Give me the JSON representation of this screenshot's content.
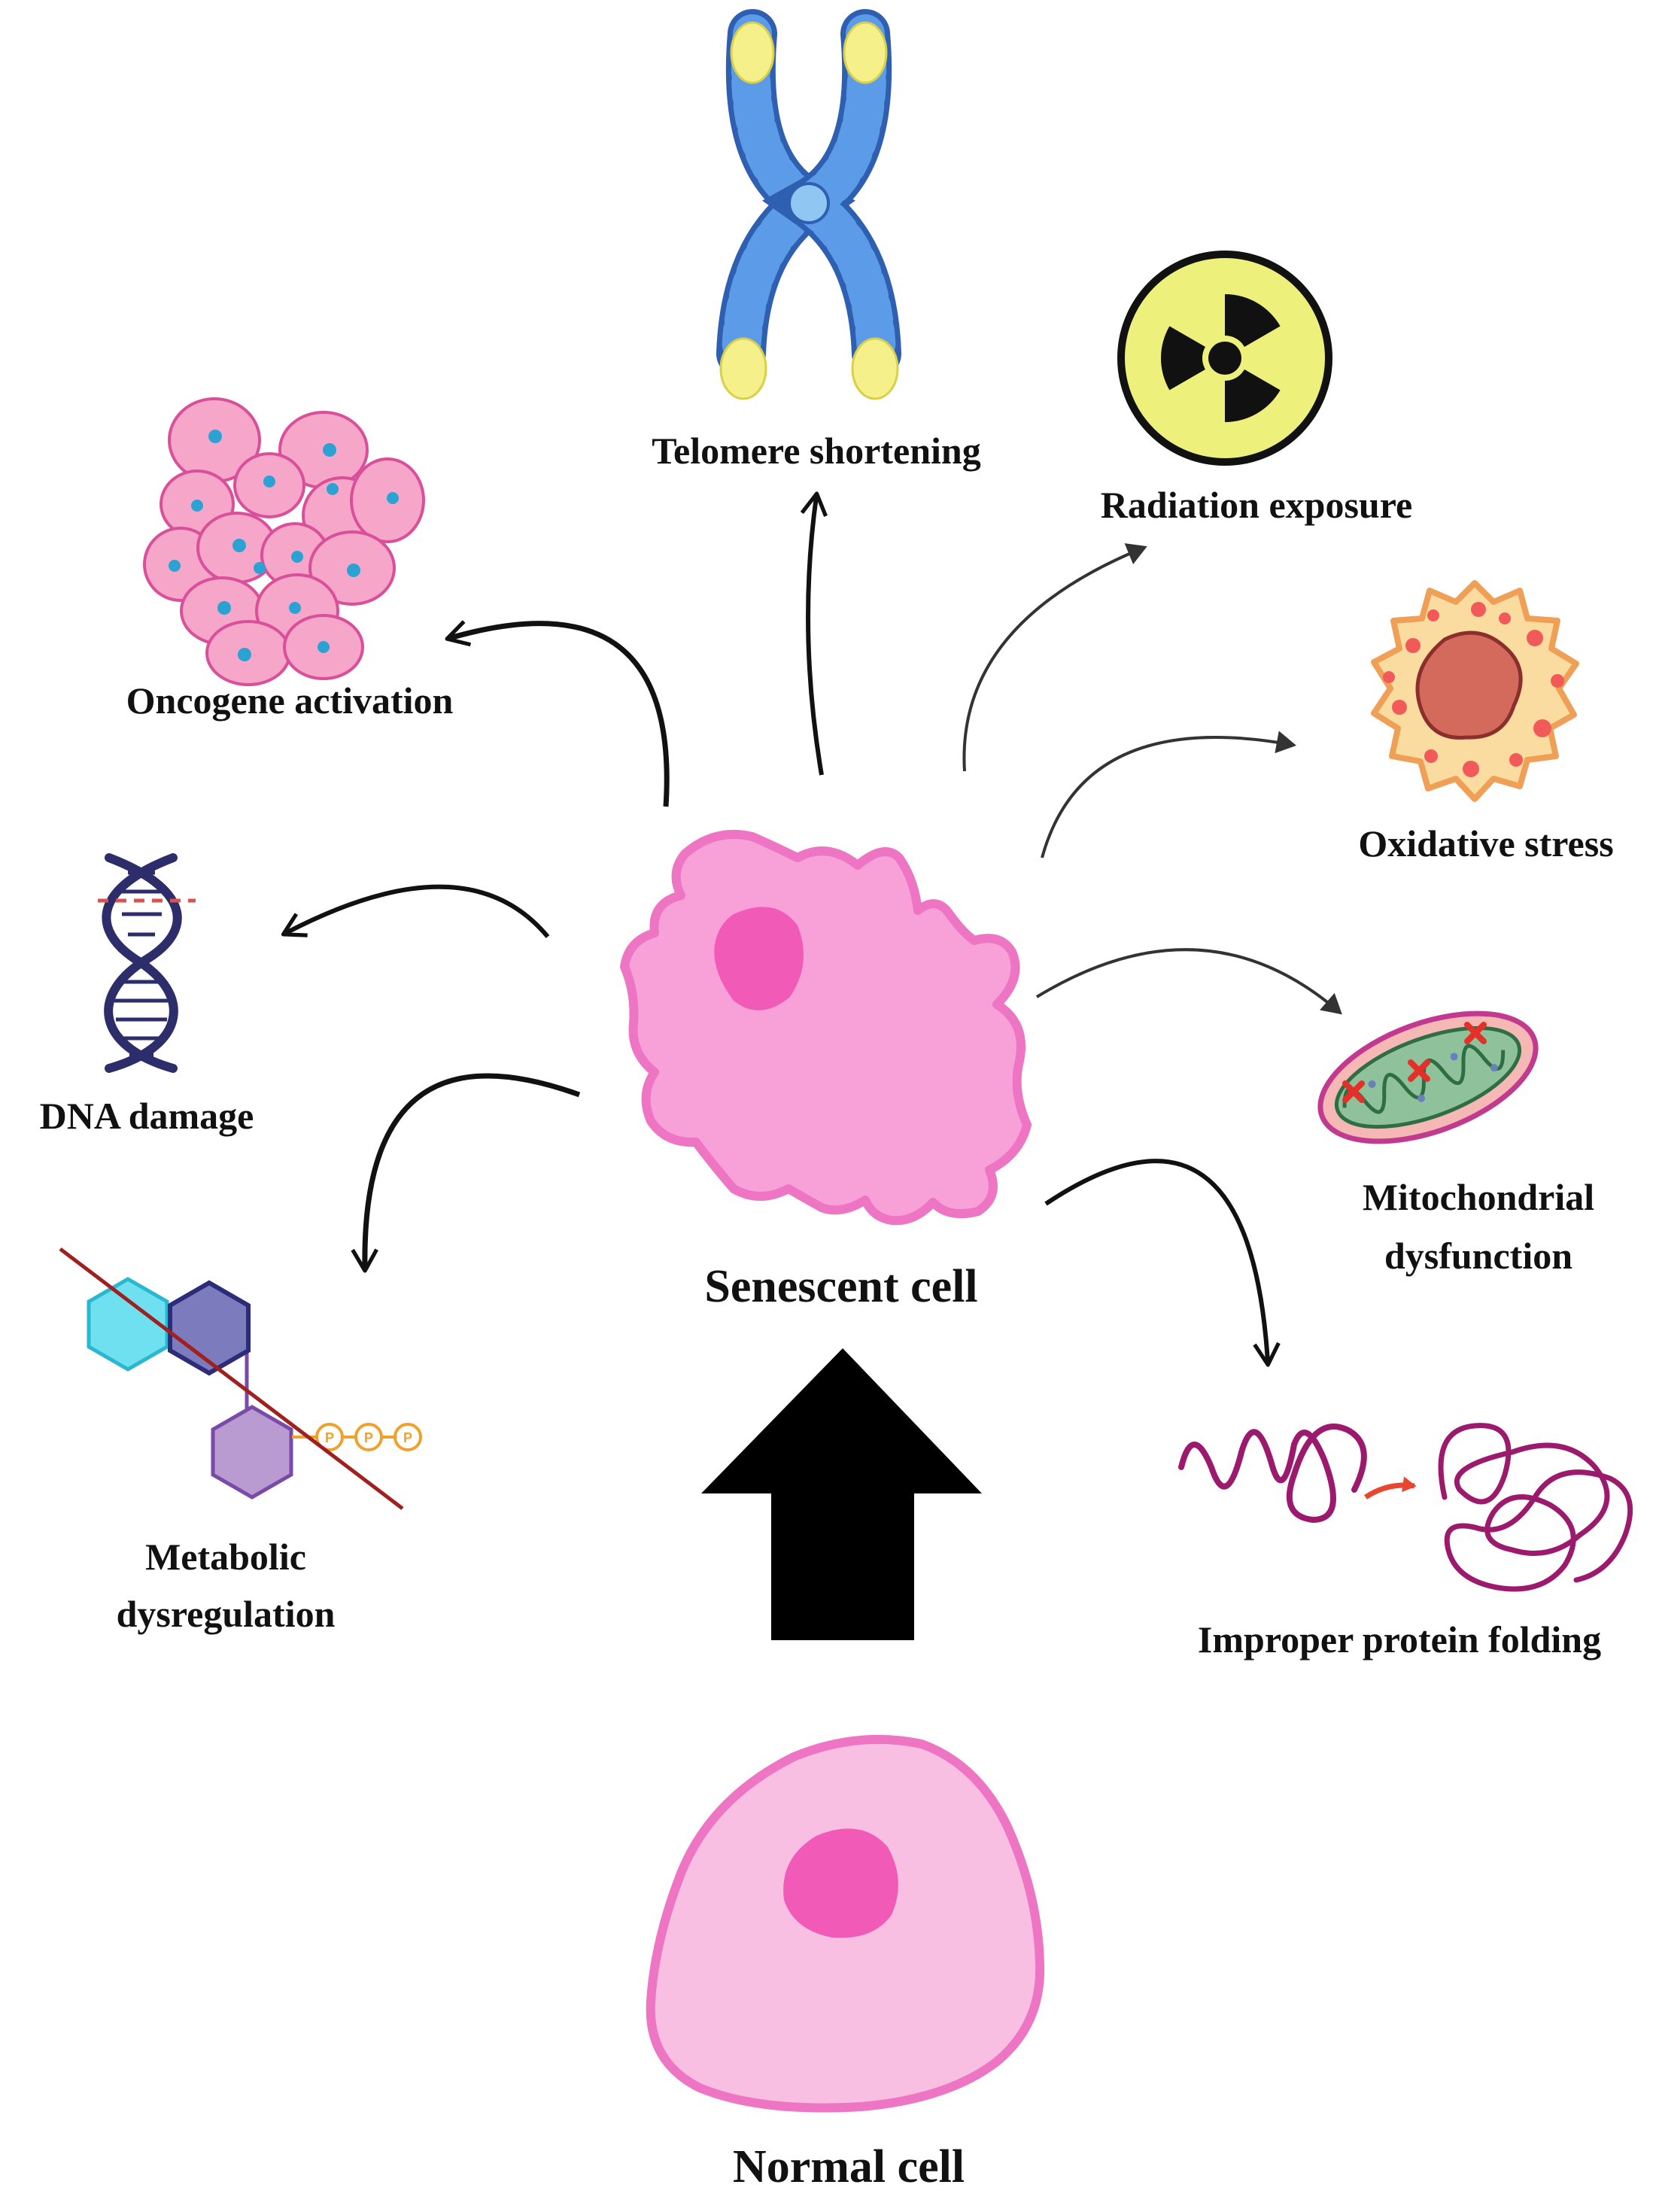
{
  "labels": {
    "senescent_cell": "Senescent cell",
    "normal_cell": "Normal cell",
    "telomere_shortening": "Telomere shortening",
    "radiation_exposure": "Radiation exposure",
    "oxidative_stress": "Oxidative stress",
    "mitochondrial_line1": "Mitochondrial",
    "mitochondrial_line2": "dysfunction",
    "improper_protein_folding": "Improper protein folding",
    "oncogene_activation": "Oncogene activation",
    "dna_damage": "DNA damage",
    "metabolic_line1": "Metabolic",
    "metabolic_line2": "dysregulation",
    "phosphate": "P"
  },
  "icons": {
    "telomere": "chromosome-icon",
    "radiation": "radiation-icon",
    "oxidative": "oxidative-cell-icon",
    "mitochondria": "mitochondria-icon",
    "protein": "protein-folding-icon",
    "oncogene": "cell-cluster-icon",
    "dna": "dna-icon",
    "metabolic": "metabolic-icon"
  },
  "colors": {
    "cell_pink": "#f7a1d8",
    "cell_outline": "#ee74c4",
    "nucleus": "#f25ab8",
    "normal_cell": "#f8bfe3",
    "chromosome_blue": "#5b9be8",
    "telomere_yellow": "#f6f08a",
    "radiation_yellow": "#eef07c",
    "protein": "#9c1a6e",
    "arrow": "#111111"
  }
}
